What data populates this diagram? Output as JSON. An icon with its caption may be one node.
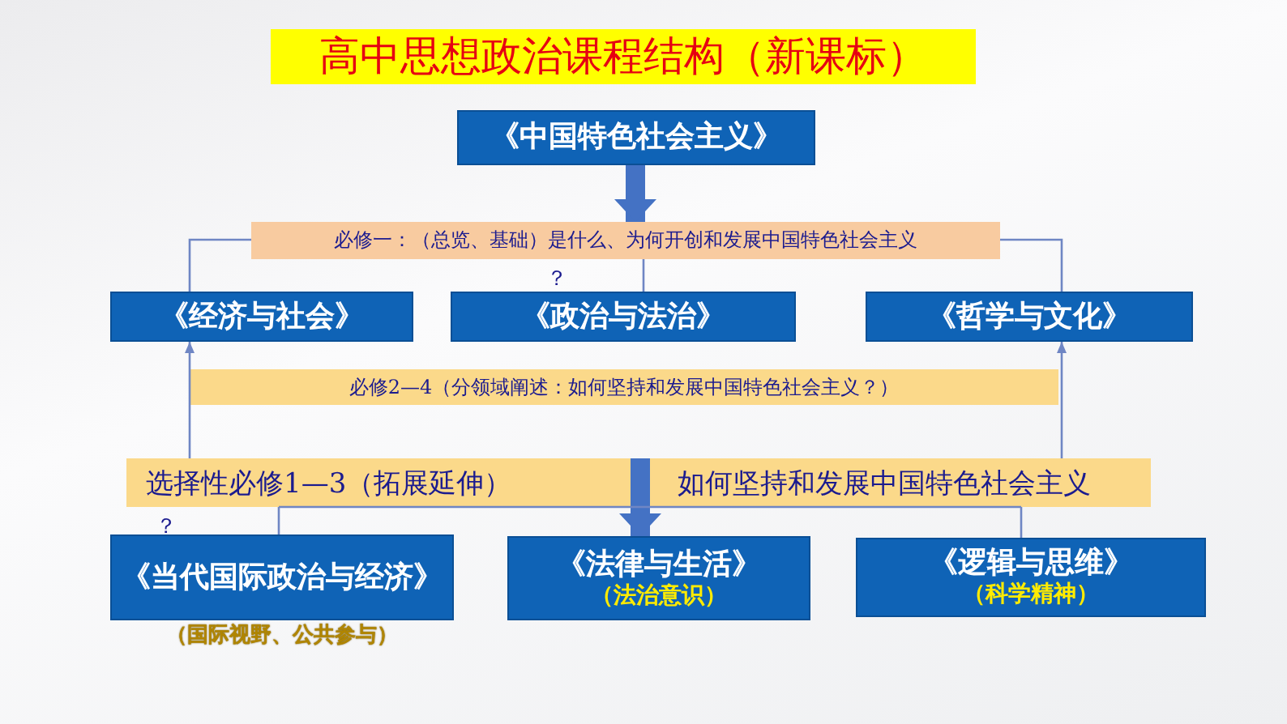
{
  "diagram": {
    "title": "高中思想政治课程结构（新课标）",
    "nodes": [
      {
        "text": [
          "《中国特色社会主义》"
        ]
      },
      {
        "text": [
          "必修一：（总览、基础）是什么、为何开创和发展中国特色社会主义"
        ]
      },
      {
        "text": [
          "《经济与社会》"
        ]
      },
      {
        "text": [
          "《政治与法治》"
        ]
      },
      {
        "text": [
          "《哲学与文化》"
        ]
      },
      {
        "text": [
          "必修2—4（分领域阐述：如何坚持和发展中国特色社会主义？）"
        ]
      },
      {
        "text": [
          "选择性必修1—3（拓展延伸）",
          "如何坚持和发展中国特色社会主义"
        ]
      },
      {
        "text": [
          "《当代国际政治与经济》"
        ],
        "beside": [
          "（国际视野、公共参与）"
        ]
      },
      {
        "text": [
          "《法律与生活》",
          "（法治意识）"
        ]
      },
      {
        "text": [
          "《逻辑与思维》",
          "（科学精神）"
        ]
      }
    ],
    "edges": [
      {
        "from": 0,
        "to": 1,
        "arrow": "to",
        "style": "thick"
      },
      {
        "from": 1,
        "to": 2,
        "arrow": "none"
      },
      {
        "from": 1,
        "to": 3,
        "arrow": "none"
      },
      {
        "from": 1,
        "to": 4,
        "arrow": "none"
      },
      {
        "from": 6,
        "to": 2,
        "arrow": "to"
      },
      {
        "from": 6,
        "to": 4,
        "arrow": "to"
      },
      {
        "from": 6,
        "to": 8,
        "arrow": "to",
        "style": "thick"
      },
      {
        "from": 6,
        "to": 7,
        "arrow": "none"
      },
      {
        "from": 6,
        "to": 9,
        "arrow": "none"
      }
    ],
    "labels": [
      "？",
      "？"
    ]
  }
}
